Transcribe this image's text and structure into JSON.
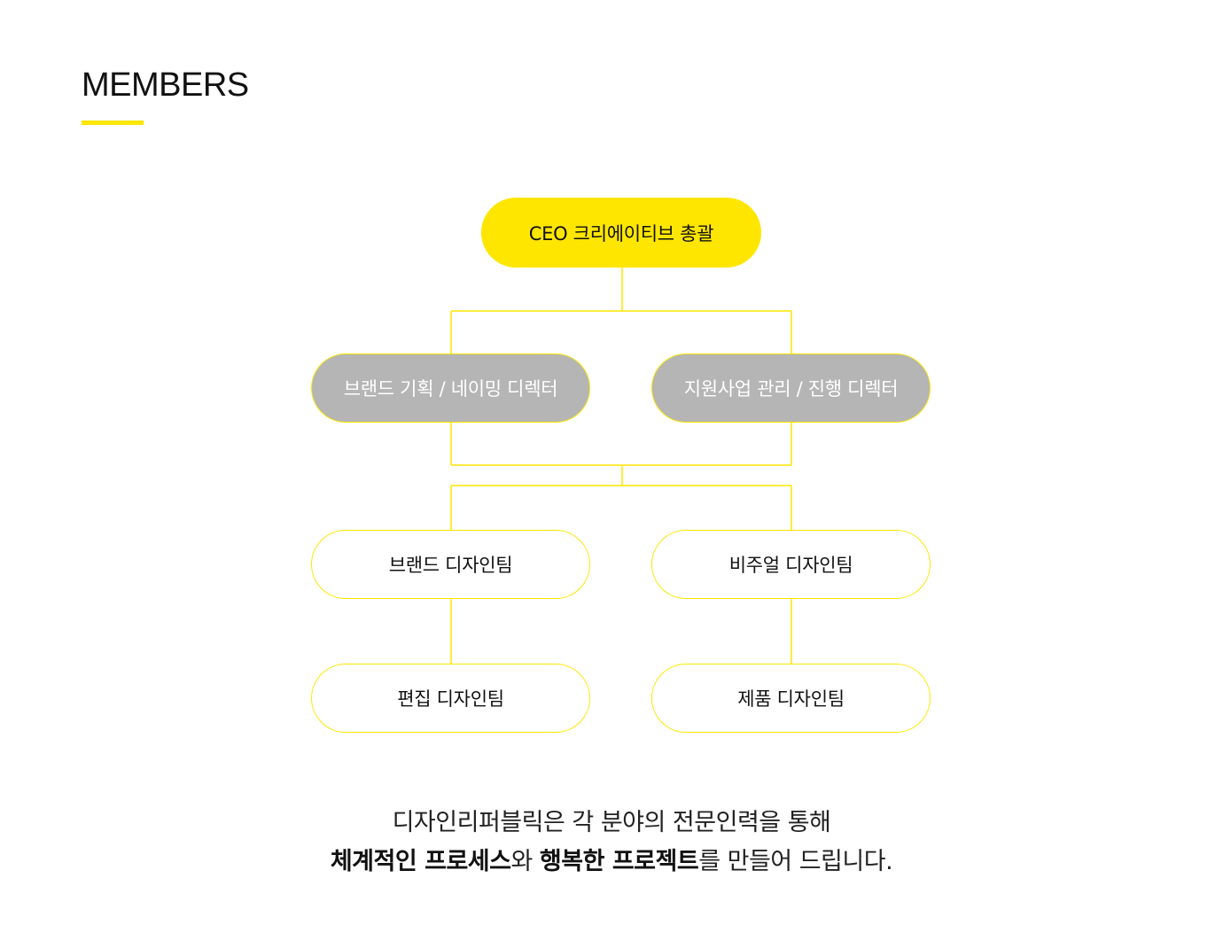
{
  "header": {
    "title": "MEMBERS",
    "accent_color": "#FFE600"
  },
  "org_chart": {
    "ceo": "CEO 크리에이티브 총괄",
    "directors": [
      "브랜드 기획 / 네이밍 디렉터",
      "지원사업 관리 / 진행 디렉터"
    ],
    "teams": [
      "브랜드 디자인팀",
      "비주얼 디자인팀",
      "편집 디자인팀",
      "제품 디자인팀"
    ],
    "colors": {
      "ceo_fill": "#FFE600",
      "director_fill": "#B5B5B5",
      "line": "#FFE600"
    }
  },
  "tagline": {
    "line1": "디자인리퍼블릭은 각 분야의 전문인력을 통해",
    "line2": {
      "bold1": "체계적인 프로세스",
      "text1": "와 ",
      "bold2": "행복한 프로젝트",
      "text2": "를 만들어 드립니다."
    }
  }
}
